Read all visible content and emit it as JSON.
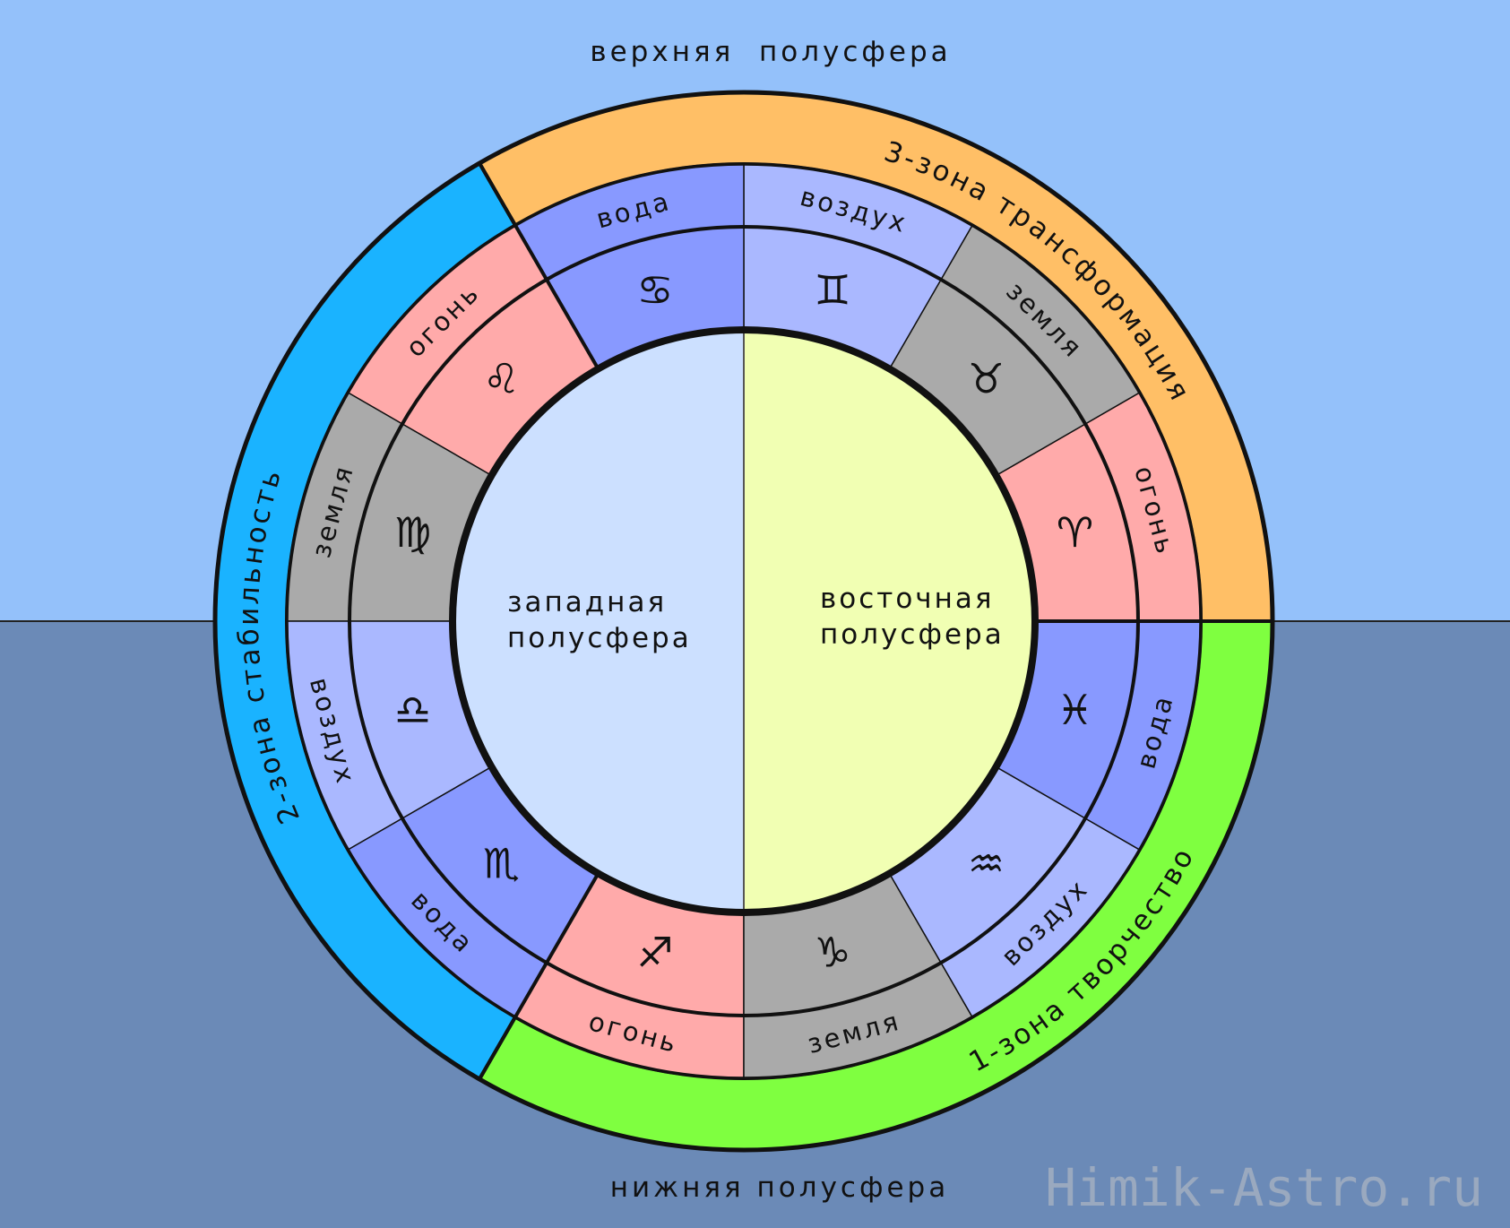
{
  "labels": {
    "top_hemisphere": "верхняя  полусфера",
    "bottom_hemisphere": "нижняя полусфера",
    "west_line1": "западная",
    "west_line2": "полусфера",
    "east_line1": "восточная",
    "east_line2": "полусфера",
    "watermark": "Himik-Astro.ru"
  },
  "zones": [
    {
      "id": "transformation",
      "text": "3-зона трансформация",
      "color": "#ffbf66"
    },
    {
      "id": "stability",
      "text": "2-зона стабильность",
      "color": "#1ab3ff"
    },
    {
      "id": "creativity",
      "text": "1-зона творчество",
      "color": "#7fff40"
    }
  ],
  "signs": [
    {
      "name": "aries",
      "symbol": "♈",
      "element": "огонь"
    },
    {
      "name": "taurus",
      "symbol": "♉",
      "element": "земля"
    },
    {
      "name": "gemini",
      "symbol": "♊",
      "element": "воздух"
    },
    {
      "name": "cancer",
      "symbol": "♋",
      "element": "вода"
    },
    {
      "name": "leo",
      "symbol": "♌",
      "element": "огонь"
    },
    {
      "name": "virgo",
      "symbol": "♍",
      "element": "земля"
    },
    {
      "name": "libra",
      "symbol": "♎",
      "element": "воздух"
    },
    {
      "name": "scorpio",
      "symbol": "♏",
      "element": "вода"
    },
    {
      "name": "sagittarius",
      "symbol": "♐",
      "element": "огонь"
    },
    {
      "name": "capricorn",
      "symbol": "♑",
      "element": "земля"
    },
    {
      "name": "aquarius",
      "symbol": "♒",
      "element": "воздух"
    },
    {
      "name": "pisces",
      "symbol": "♓",
      "element": "вода"
    }
  ],
  "colors": {
    "sky_top": "#94c1fa",
    "sky_bottom": "#6b8ab7",
    "west_hemisphere": "#cce0ff",
    "east_hemisphere": "#f1ffb3",
    "fire": "#ffaaaa",
    "earth": "#aaaaaa",
    "air": "#aab8ff",
    "water": "#8899ff"
  }
}
